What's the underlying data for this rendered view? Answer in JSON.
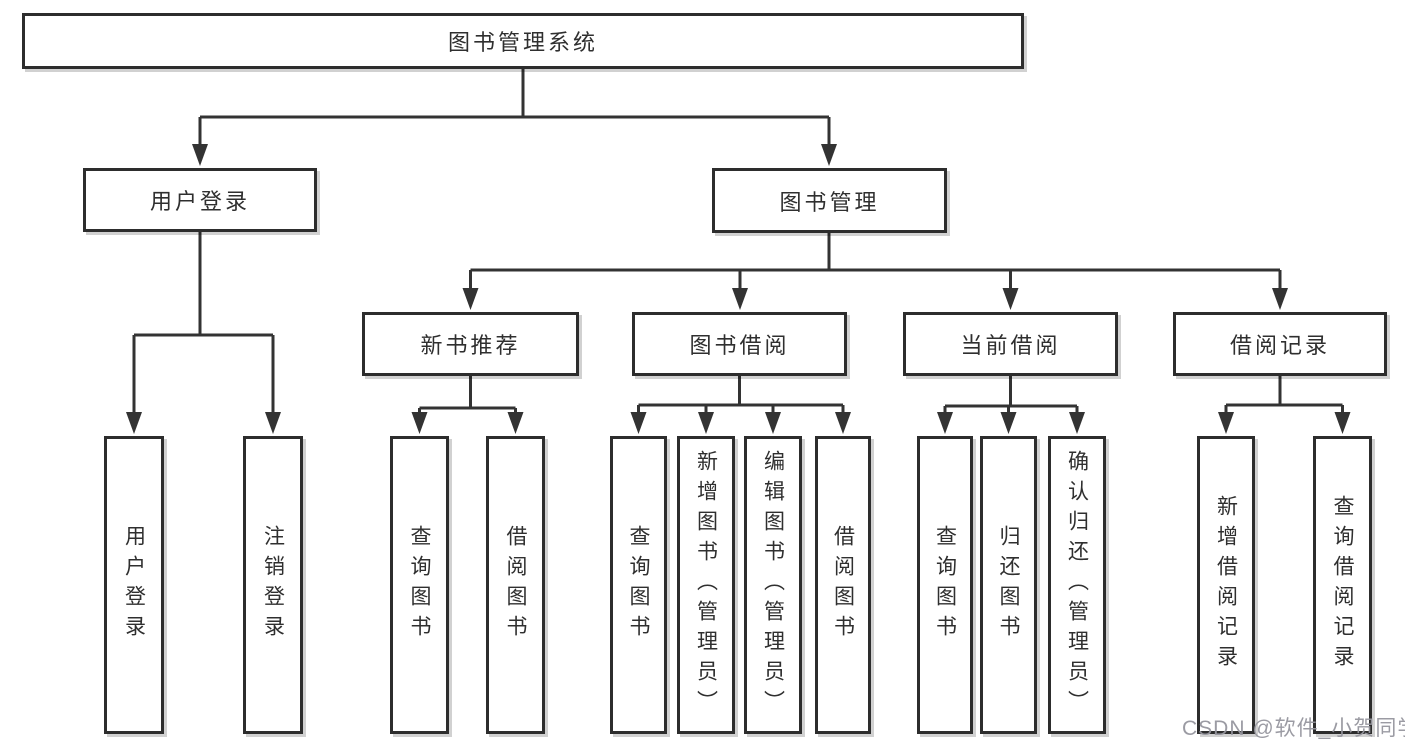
{
  "diagram": {
    "root": {
      "label": "图书管理系统"
    },
    "level2": [
      {
        "label": "用户登录"
      },
      {
        "label": "图书管理"
      }
    ],
    "level3": [
      {
        "label": "新书推荐",
        "parent": "图书管理"
      },
      {
        "label": "图书借阅",
        "parent": "图书管理"
      },
      {
        "label": "当前借阅",
        "parent": "图书管理"
      },
      {
        "label": "借阅记录",
        "parent": "图书管理"
      }
    ],
    "leaves": [
      {
        "label": "用户登录",
        "parent": "用户登录"
      },
      {
        "label": "注销登录",
        "parent": "用户登录"
      },
      {
        "label": "查询图书",
        "parent": "新书推荐"
      },
      {
        "label": "借阅图书",
        "parent": "新书推荐"
      },
      {
        "label": "查询图书",
        "parent": "图书借阅"
      },
      {
        "label": "新增图书（管理员）",
        "parent": "图书借阅"
      },
      {
        "label": "编辑图书（管理员）",
        "parent": "图书借阅"
      },
      {
        "label": "借阅图书",
        "parent": "图书借阅"
      },
      {
        "label": "查询图书",
        "parent": "当前借阅"
      },
      {
        "label": "归还图书",
        "parent": "当前借阅"
      },
      {
        "label": "确认归还（管理员）",
        "parent": "当前借阅"
      },
      {
        "label": "新增借阅记录",
        "parent": "借阅记录"
      },
      {
        "label": "查询借阅记录",
        "parent": "借阅记录"
      }
    ],
    "watermark": "CSDN @软件_小贺同学",
    "colors": {
      "line": "#333333",
      "box_border": "#2d2d2d",
      "text": "#2f2f2f",
      "watermark": "#9696a0",
      "background": "#ffffff"
    }
  }
}
